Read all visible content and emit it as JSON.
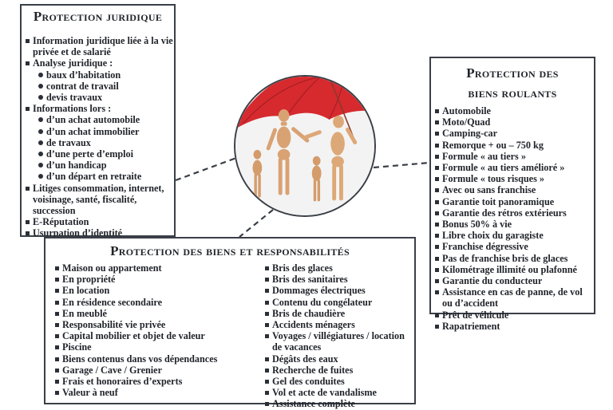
{
  "juridique": {
    "title": "Protection juridique",
    "items": [
      {
        "type": "sq",
        "text": "Information juridique liée à la vie privée et de salarié"
      },
      {
        "type": "sq",
        "text": "Analyse juridique :"
      },
      {
        "type": "dot",
        "text": "baux d’habitation"
      },
      {
        "type": "dot",
        "text": "contrat de travail"
      },
      {
        "type": "dot",
        "text": "devis travaux"
      },
      {
        "type": "sq",
        "text": "Informations lors :"
      },
      {
        "type": "dot",
        "text": "d’un achat automobile"
      },
      {
        "type": "dot",
        "text": "d’un achat immobilier"
      },
      {
        "type": "dot",
        "text": "de travaux"
      },
      {
        "type": "dot",
        "text": "d’une perte d’emploi"
      },
      {
        "type": "dot",
        "text": "d’un handicap"
      },
      {
        "type": "dot",
        "text": "d’un départ en retraite"
      },
      {
        "type": "sq",
        "text": "Litiges consommation, internet, voisinage, santé, fiscalité, succession"
      },
      {
        "type": "sq",
        "text": "E-Réputation"
      },
      {
        "type": "sq",
        "text": "Usurpation d’identité"
      }
    ]
  },
  "roulants": {
    "title_line1": "Protection des",
    "title_line2": "biens roulants",
    "items": [
      "Automobile",
      "Moto/Quad",
      "Camping-car",
      "Remorque + ou – 750 kg",
      "Formule « au tiers »",
      "Formule « au tiers amélioré »",
      "Formule « tous risques »",
      "Avec ou sans franchise",
      "Garantie toit panoramique",
      "Garantie des rétros extérieurs",
      "Bonus 50% à vie",
      "Libre choix du garagiste",
      "Franchise dégressive",
      "Pas de franchise bris de glaces",
      "Kilométrage illimité ou plafonné",
      "Garantie du conducteur",
      "Assistance en cas de panne, de vol ou d’accident",
      "Prêt de véhicule",
      "Rapatriement"
    ]
  },
  "biens": {
    "title": "Protection des biens et responsabilités",
    "left": [
      "Maison ou appartement",
      "En propriété",
      "En location",
      "En résidence secondaire",
      "En meublé",
      "Responsabilité vie privée",
      "Capital mobilier et objet de valeur",
      "Piscine",
      "Biens contenus dans vos dépendances",
      "Garage / Cave / Grenier",
      "Frais et honoraires d’experts",
      "Valeur à neuf"
    ],
    "right": [
      "Bris des glaces",
      "Bris des sanitaires",
      "Dommages électriques",
      "Contenu du congélateur",
      "Bris de chaudière",
      "Accidents ménagers",
      "Voyages / villégiatures / location de vacances",
      "Dégâts des eaux",
      "Recherche de fuites",
      "Gel des conduites",
      "Vol et acte de vandalisme",
      "Assistance complète"
    ]
  },
  "colors": {
    "umbrella": "#d62a2f",
    "figure": "#d9a273",
    "border": "#3a3f47",
    "text": "#1f2329"
  }
}
